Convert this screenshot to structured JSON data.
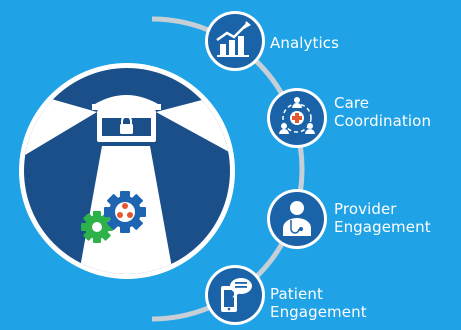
{
  "colors": {
    "background": "#1fa3e6",
    "arc": "#c6cfd6",
    "node_fill": "#1b63a8",
    "node_ring": "#ffffff",
    "lighthouse_dark": "#1b4f8a",
    "beam": "#ffffff",
    "gear_green": "#2db24a",
    "gear_blue": "#1f64b0"
  },
  "nodes": [
    {
      "id": "analytics",
      "icon": "bar-chart-trend-icon",
      "label_lines": [
        "Analytics"
      ]
    },
    {
      "id": "care",
      "icon": "care-coordination-icon",
      "label_lines": [
        "Care",
        "Coordination"
      ]
    },
    {
      "id": "provider",
      "icon": "doctor-icon",
      "label_lines": [
        "Provider",
        "Engagement"
      ]
    },
    {
      "id": "patient",
      "icon": "phone-chat-icon",
      "label_lines": [
        "Patient",
        "Engagement"
      ]
    }
  ],
  "hub": {
    "icon": "lighthouse-icon",
    "lock_icon": "lock-icon",
    "gear_icons": [
      "green-gear-icon",
      "blue-gear-icon"
    ]
  }
}
